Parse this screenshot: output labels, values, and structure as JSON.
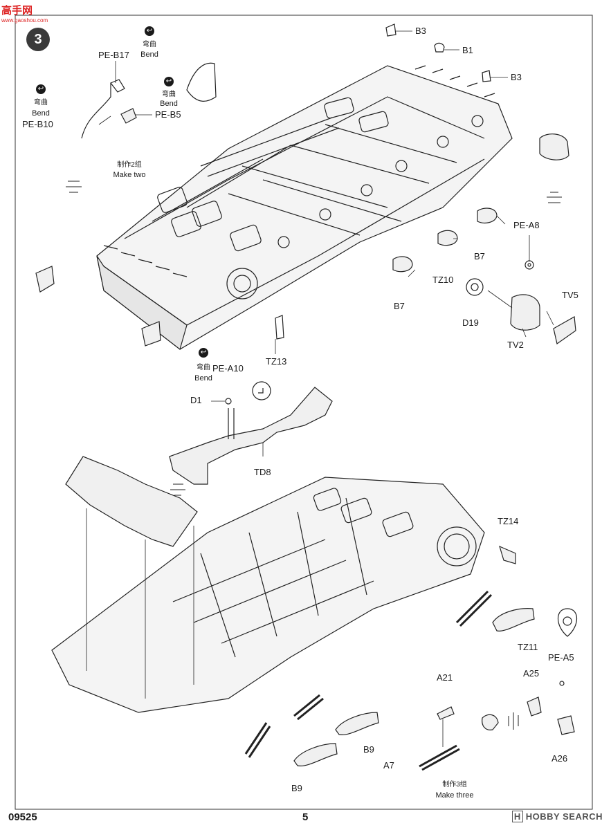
{
  "page": {
    "step_number": "3",
    "logo_text": "高手网",
    "logo_sub": "www.gaoshou.com",
    "catalog_number": "09525",
    "page_number": "5",
    "watermark": "HOBBY SEARCH",
    "watermark_mark": "H"
  },
  "icons": {
    "bend": "↩"
  },
  "instructions": {
    "bend_cn": "弯曲",
    "bend_en": "Bend",
    "make_two_cn": "制作2组",
    "make_two_en": "Make two",
    "make_three_cn": "制作3组",
    "make_three_en": "Make three"
  },
  "parts": {
    "pe_b17": "PE-B17",
    "pe_b10": "PE-B10",
    "pe_b5": "PE-B5",
    "b3_top": "B3",
    "b1": "B1",
    "b3_right": "B3",
    "b7_right": "B7",
    "tz10": "TZ10",
    "b7_left": "B7",
    "pe_a8": "PE-A8",
    "tv5": "TV5",
    "d19": "D19",
    "tv2": "TV2",
    "tz13": "TZ13",
    "pe_a10": "PE-A10",
    "d1": "D1",
    "td8": "TD8",
    "tz14": "TZ14",
    "tz11": "TZ11",
    "pe_a5": "PE-A5",
    "a21": "A21",
    "a25": "A25",
    "a7": "A7",
    "a26": "A26",
    "b9_right": "B9",
    "b9_left": "B9"
  }
}
